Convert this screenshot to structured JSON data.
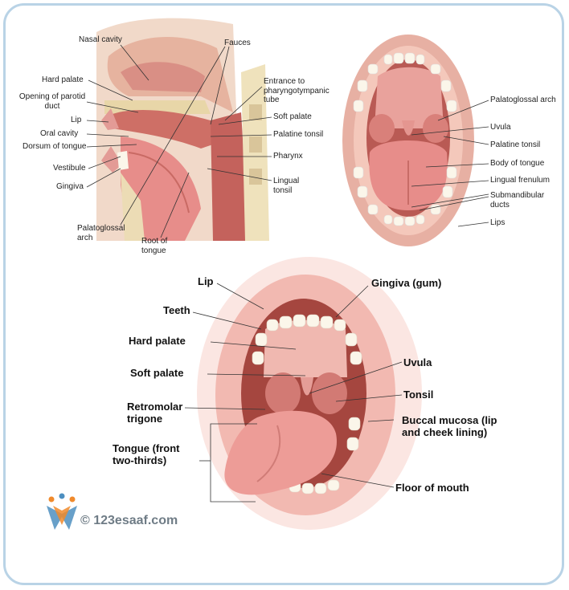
{
  "sagittal_labels": {
    "nasal_cavity": "Nasal cavity",
    "hard_palate": "Hard palate",
    "opening_parotid": "Opening of parotid duct",
    "lip": "Lip",
    "oral_cavity": "Oral cavity",
    "dorsum_tongue": "Dorsum of tongue",
    "vestibule": "Vestibule",
    "gingiva": "Gingiva",
    "palatoglossal_arch": "Palatoglossal arch",
    "root_tongue": "Root of tongue",
    "fauces": "Fauces",
    "entrance_tube": "Entrance to pharyngotympanic tube",
    "soft_palate": "Soft palate",
    "palatine_tonsil": "Palatine tonsil",
    "pharynx": "Pharynx",
    "lingual_tonsil": "Lingual tonsil"
  },
  "open_mouth_labels": {
    "palatoglossal_arch": "Palatoglossal arch",
    "uvula": "Uvula",
    "palatine_tonsil": "Palatine tonsil",
    "body_tongue": "Body of tongue",
    "lingual_frenulum": "Lingual frenulum",
    "submandibular_ducts": "Submandibular ducts",
    "lips": "Lips"
  },
  "front_labels": {
    "lip": "Lip",
    "gingiva": "Gingiva (gum)",
    "teeth": "Teeth",
    "hard_palate": "Hard palate",
    "uvula": "Uvula",
    "soft_palate": "Soft palate",
    "tonsil": "Tonsil",
    "retromolar": "Retromolar trigone",
    "buccal": "Buccal mucosa (lip and cheek lining)",
    "tongue": "Tongue (front two-thirds)",
    "floor": "Floor of mouth"
  },
  "watermark": "© 123esaaf.com",
  "colors": {
    "frame": "#b9d3e6",
    "tissue": "#e9a29c",
    "deep_tissue": "#c8615a",
    "tongue": "#e78d8a",
    "bone": "#ecdcb5",
    "teeth": "#fbf6ea",
    "logo_orange": "#f08a2c",
    "logo_blue": "#4d8fc0"
  }
}
